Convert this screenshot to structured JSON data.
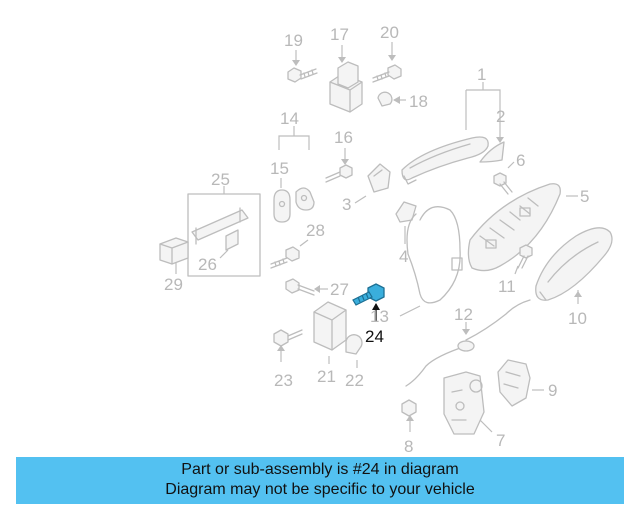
{
  "colors": {
    "banner": "#53c1f1",
    "highlight": "#3aaedc",
    "part": "#bdbdbd",
    "label": "#b8b8b8"
  },
  "labels": {
    "p1": "1",
    "p2": "2",
    "p3": "3",
    "p4": "4",
    "p5": "5",
    "p6": "6",
    "p7": "7",
    "p8": "8",
    "p9": "9",
    "p10": "10",
    "p11": "11",
    "p12": "12",
    "p13": "13",
    "p14": "14",
    "p15": "15",
    "p16": "16",
    "p17": "17",
    "p18": "18",
    "p19": "19",
    "p20": "20",
    "p21": "21",
    "p22": "22",
    "p23": "23",
    "p24": "24",
    "p25": "25",
    "p26": "26",
    "p27": "27",
    "p28": "28",
    "p29": "29"
  },
  "banner": {
    "line1": "Part or sub-assembly is #24 in diagram",
    "line2": "Diagram may not be specific to your vehicle"
  }
}
